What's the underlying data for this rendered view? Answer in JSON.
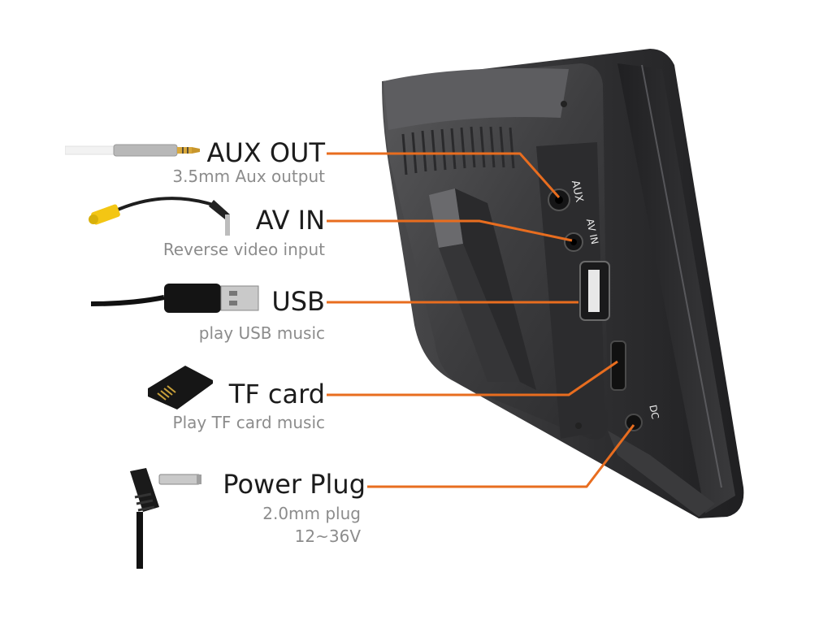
{
  "accent_color": "#e86d1f",
  "device": {
    "port_labels": {
      "aux": "AUX",
      "av_in": "AV IN",
      "dc": "DC"
    }
  },
  "callouts": [
    {
      "id": "aux-out",
      "title": "AUX OUT",
      "subtitle": "3.5mm Aux output",
      "icon": "3.5mm-audio-plug-icon"
    },
    {
      "id": "av-in",
      "title": "AV IN",
      "subtitle": "Reverse video input",
      "icon": "rca-to-jack-cable-icon"
    },
    {
      "id": "usb",
      "title": "USB",
      "subtitle": "play USB music",
      "icon": "usb-cable-icon"
    },
    {
      "id": "tf-card",
      "title": "TF card",
      "subtitle": "Play TF card music",
      "icon": "microsd-card-icon"
    },
    {
      "id": "power-plug",
      "title": "Power Plug",
      "subtitle": "2.0mm plug",
      "subtitle2": "12~36V",
      "icon": "dc-power-plug-icon"
    }
  ]
}
